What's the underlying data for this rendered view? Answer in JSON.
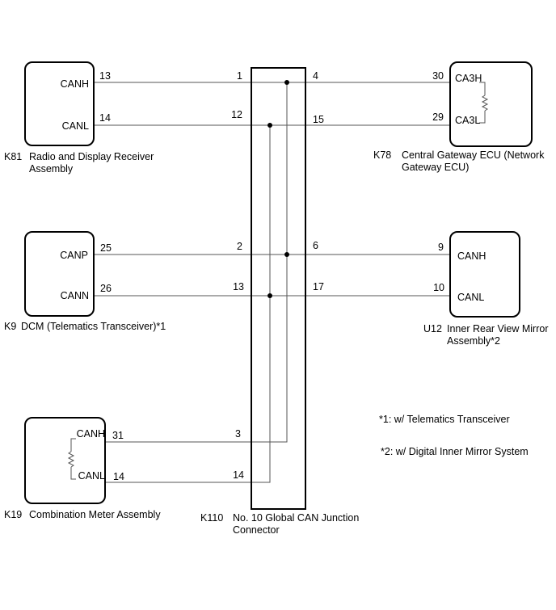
{
  "components": {
    "k81": {
      "code": "K81",
      "name_line1": "Radio and Display Receiver",
      "name_line2": "Assembly",
      "pin_a": "CANH",
      "pin_b": "CANL",
      "pin_a_no": "13",
      "pin_b_no": "14"
    },
    "k9": {
      "code": "K9",
      "name_line1": "DCM (Telematics Transceiver)*1",
      "pin_a": "CANP",
      "pin_b": "CANN",
      "pin_a_no": "25",
      "pin_b_no": "26"
    },
    "k19": {
      "code": "K19",
      "name_line1": "Combination Meter Assembly",
      "pin_a": "CANH",
      "pin_b": "CANL",
      "pin_a_no": "31",
      "pin_b_no": "14"
    },
    "k78": {
      "code": "K78",
      "name_line1": "Central Gateway ECU (Network",
      "name_line2": "Gateway ECU)",
      "pin_a": "CA3H",
      "pin_b": "CA3L",
      "pin_a_no": "30",
      "pin_b_no": "29"
    },
    "u12": {
      "code": "U12",
      "name_line1": "Inner Rear View Mirror",
      "name_line2": "Assembly*2",
      "pin_a": "CANH",
      "pin_b": "CANL",
      "pin_a_no": "9",
      "pin_b_no": "10"
    },
    "k110": {
      "code": "K110",
      "name_line1": "No. 10 Global CAN Junction",
      "name_line2": "Connector",
      "pins_left": [
        "1",
        "12",
        "2",
        "13",
        "3",
        "14"
      ],
      "pins_right": [
        "4",
        "15",
        "6",
        "17"
      ]
    }
  },
  "notes": {
    "note1": "*1: w/ Telematics Transceiver",
    "note2": "*2: w/ Digital Inner Mirror System"
  }
}
